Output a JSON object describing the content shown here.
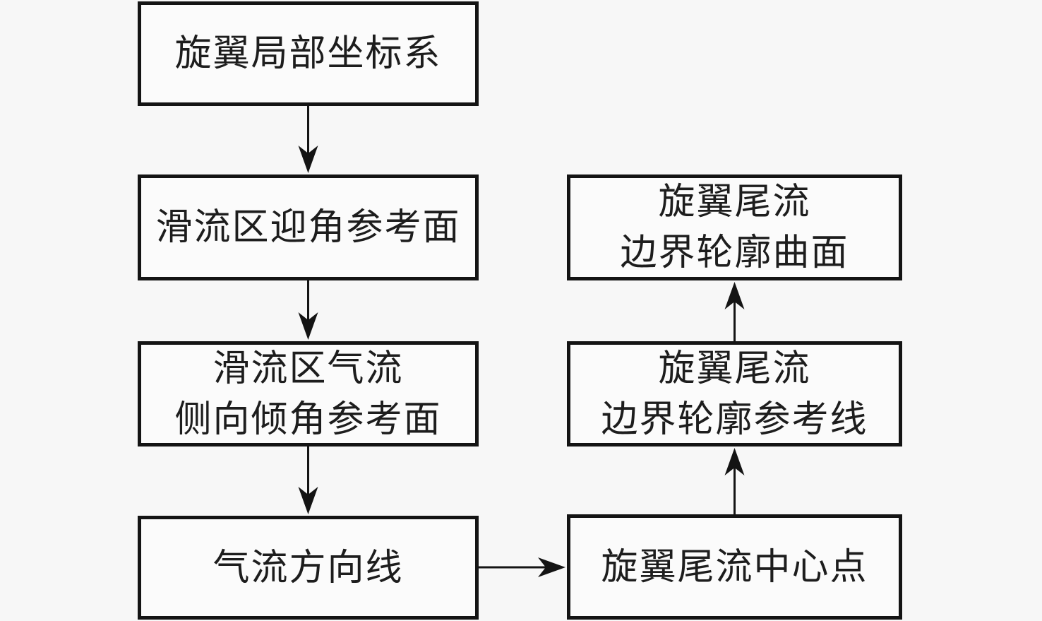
{
  "colors": {
    "background": "#f7f7f7",
    "box_fill": "#fbfbfb",
    "border": "#141414",
    "text": "#1d1d1d",
    "arrow": "#141414"
  },
  "nodes": {
    "rotor_local_frame": {
      "line1": "旋翼局部坐标系"
    },
    "slipstream_aoa_plane": {
      "line1": "滑流区迎角参考面"
    },
    "slipstream_sideslip_plane": {
      "line1": "滑流区气流",
      "line2": "侧向倾角参考面"
    },
    "airflow_direction_line": {
      "line1": "气流方向线"
    },
    "wake_boundary_surface": {
      "line1": "旋翼尾流",
      "line2": "边界轮廓曲面"
    },
    "wake_boundary_refline": {
      "line1": "旋翼尾流",
      "line2": "边界轮廓参考线"
    },
    "wake_center_point": {
      "line1": "旋翼尾流中心点"
    }
  },
  "edges": [
    {
      "from": "rotor_local_frame",
      "to": "slipstream_aoa_plane",
      "direction": "down"
    },
    {
      "from": "slipstream_aoa_plane",
      "to": "slipstream_sideslip_plane",
      "direction": "down"
    },
    {
      "from": "slipstream_sideslip_plane",
      "to": "airflow_direction_line",
      "direction": "down"
    },
    {
      "from": "airflow_direction_line",
      "to": "wake_center_point",
      "direction": "right"
    },
    {
      "from": "wake_center_point",
      "to": "wake_boundary_refline",
      "direction": "up"
    },
    {
      "from": "wake_boundary_refline",
      "to": "wake_boundary_surface",
      "direction": "up"
    }
  ]
}
